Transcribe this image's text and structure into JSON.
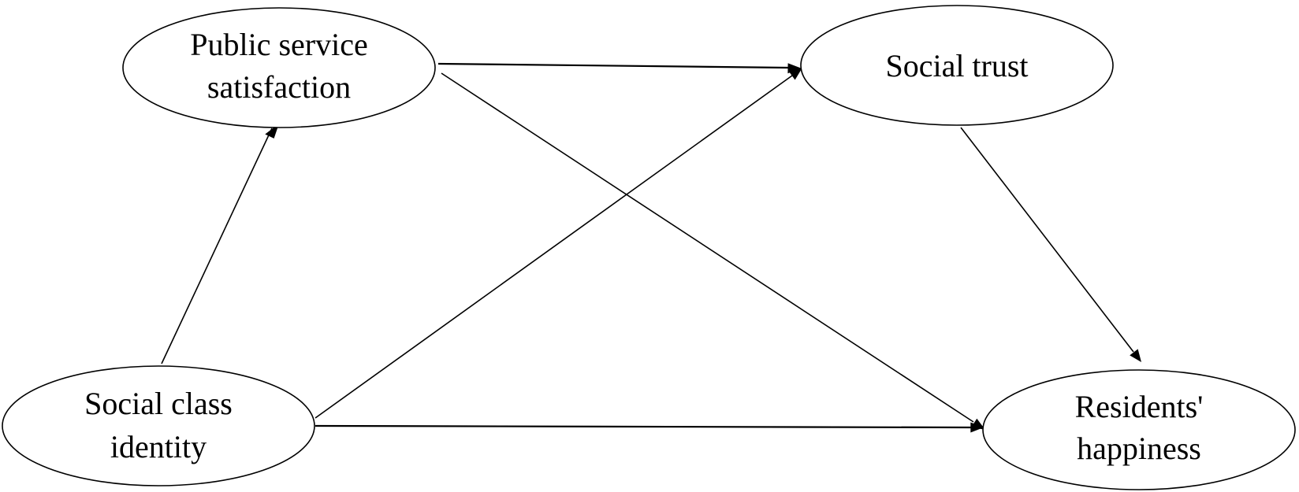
{
  "nodes": {
    "public_service": {
      "line1": "Public service",
      "line2": "satisfaction"
    },
    "social_trust": {
      "line1": "Social trust"
    },
    "social_class": {
      "line1": "Social class",
      "line2": "identity"
    },
    "happiness": {
      "line1": "Residents'",
      "line2": "happiness"
    }
  },
  "edges": [
    {
      "from": "Social class identity",
      "to": "Public service satisfaction"
    },
    {
      "from": "Public service satisfaction",
      "to": "Social trust"
    },
    {
      "from": "Public service satisfaction",
      "to": "Residents' happiness"
    },
    {
      "from": "Social class identity",
      "to": "Social trust"
    },
    {
      "from": "Social class identity",
      "to": "Residents' happiness"
    },
    {
      "from": "Social trust",
      "to": "Residents' happiness"
    }
  ]
}
